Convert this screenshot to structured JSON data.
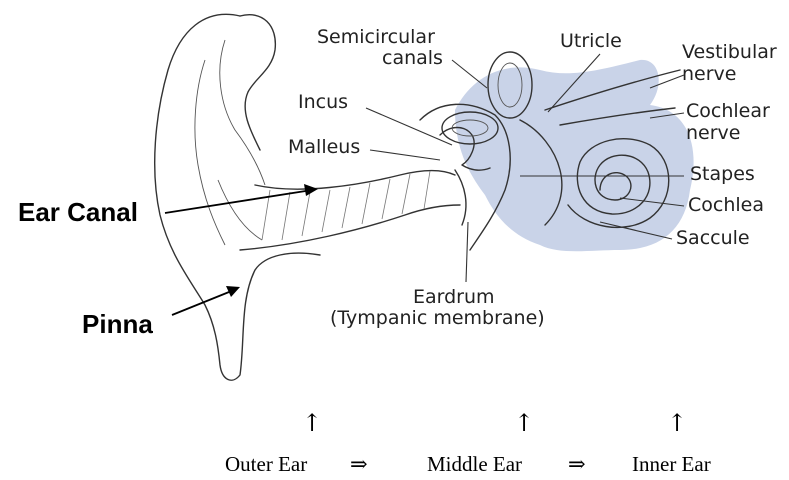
{
  "labels": {
    "semicircular_canals_line1": "Semicircular",
    "semicircular_canals_line2": "canals",
    "utricle": "Utricle",
    "vestibular_nerve_line1": "Vestibular",
    "vestibular_nerve_line2": "nerve",
    "incus": "Incus",
    "cochlear_nerve_line1": "Cochlear",
    "cochlear_nerve_line2": "nerve",
    "malleus": "Malleus",
    "stapes": "Stapes",
    "ear_canal": "Ear Canal",
    "cochlea": "Cochlea",
    "saccule": "Saccule",
    "eardrum_line1": "Eardrum",
    "eardrum_line2": "(Tympanic membrane)",
    "pinna": "Pinna"
  },
  "sections": {
    "up_arrow": "↑",
    "right_arrow": "⇒",
    "outer": "Outer Ear",
    "middle": "Middle Ear",
    "inner": "Inner Ear"
  },
  "colors": {
    "inner_ear_fill": "#c9d3e8",
    "ink": "#333333"
  }
}
